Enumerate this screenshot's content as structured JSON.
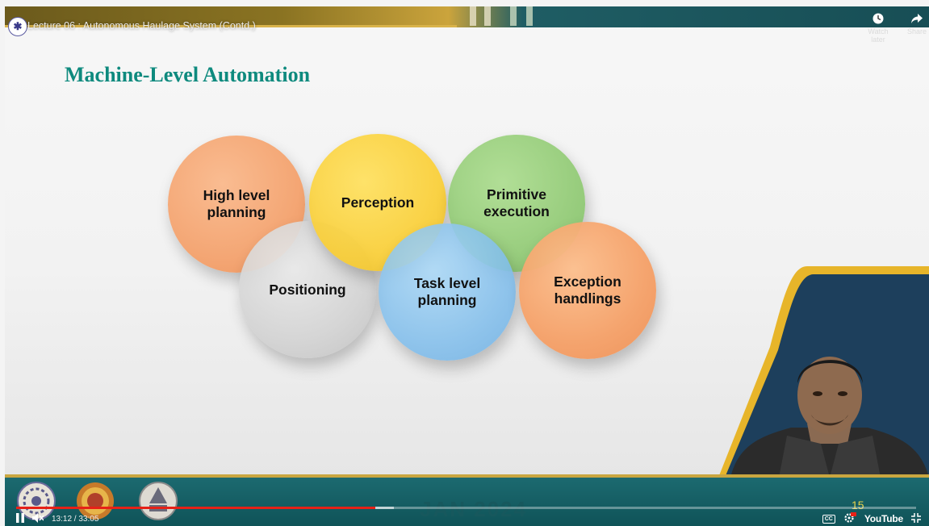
{
  "video": {
    "title": "Lecture 06 : Autonomous Haulage System (Contd.)",
    "channel_icon": "institute-seal-icon",
    "actions": [
      {
        "label": "Watch later",
        "icon": "clock-icon"
      },
      {
        "label": "Share",
        "icon": "share-arrow-icon"
      }
    ]
  },
  "slide": {
    "title": "Machine-Level Automation",
    "circles": [
      {
        "label": "High level planning",
        "color": "#f4a06a"
      },
      {
        "label": "Perception",
        "color": "#facd2d"
      },
      {
        "label": "Primitive execution",
        "color": "#8cc86e"
      },
      {
        "label": "Positioning",
        "color": "#d2d2d2"
      },
      {
        "label": "Task level planning",
        "color": "#82bee b"
      },
      {
        "label": "Exception handlings",
        "color": "#f59e64"
      }
    ],
    "footer_text": "JAN 2024",
    "slide_number": "15"
  },
  "player": {
    "time": "13:12 / 33:05",
    "progress": 0.399,
    "buffered": 0.42,
    "youtube_label": "YouTube",
    "icons": [
      "pause-icon",
      "mute-icon",
      "cc-icon",
      "settings-hd-icon",
      "youtube-logo",
      "fullscreen-exit-icon"
    ],
    "hd_badge": "HD",
    "cc_badge": "CC"
  },
  "colors": {
    "title_teal": "#0e8a7e",
    "band_teal": "#0f5358",
    "gold": "#c9a640",
    "progress_red": "#e62117"
  }
}
